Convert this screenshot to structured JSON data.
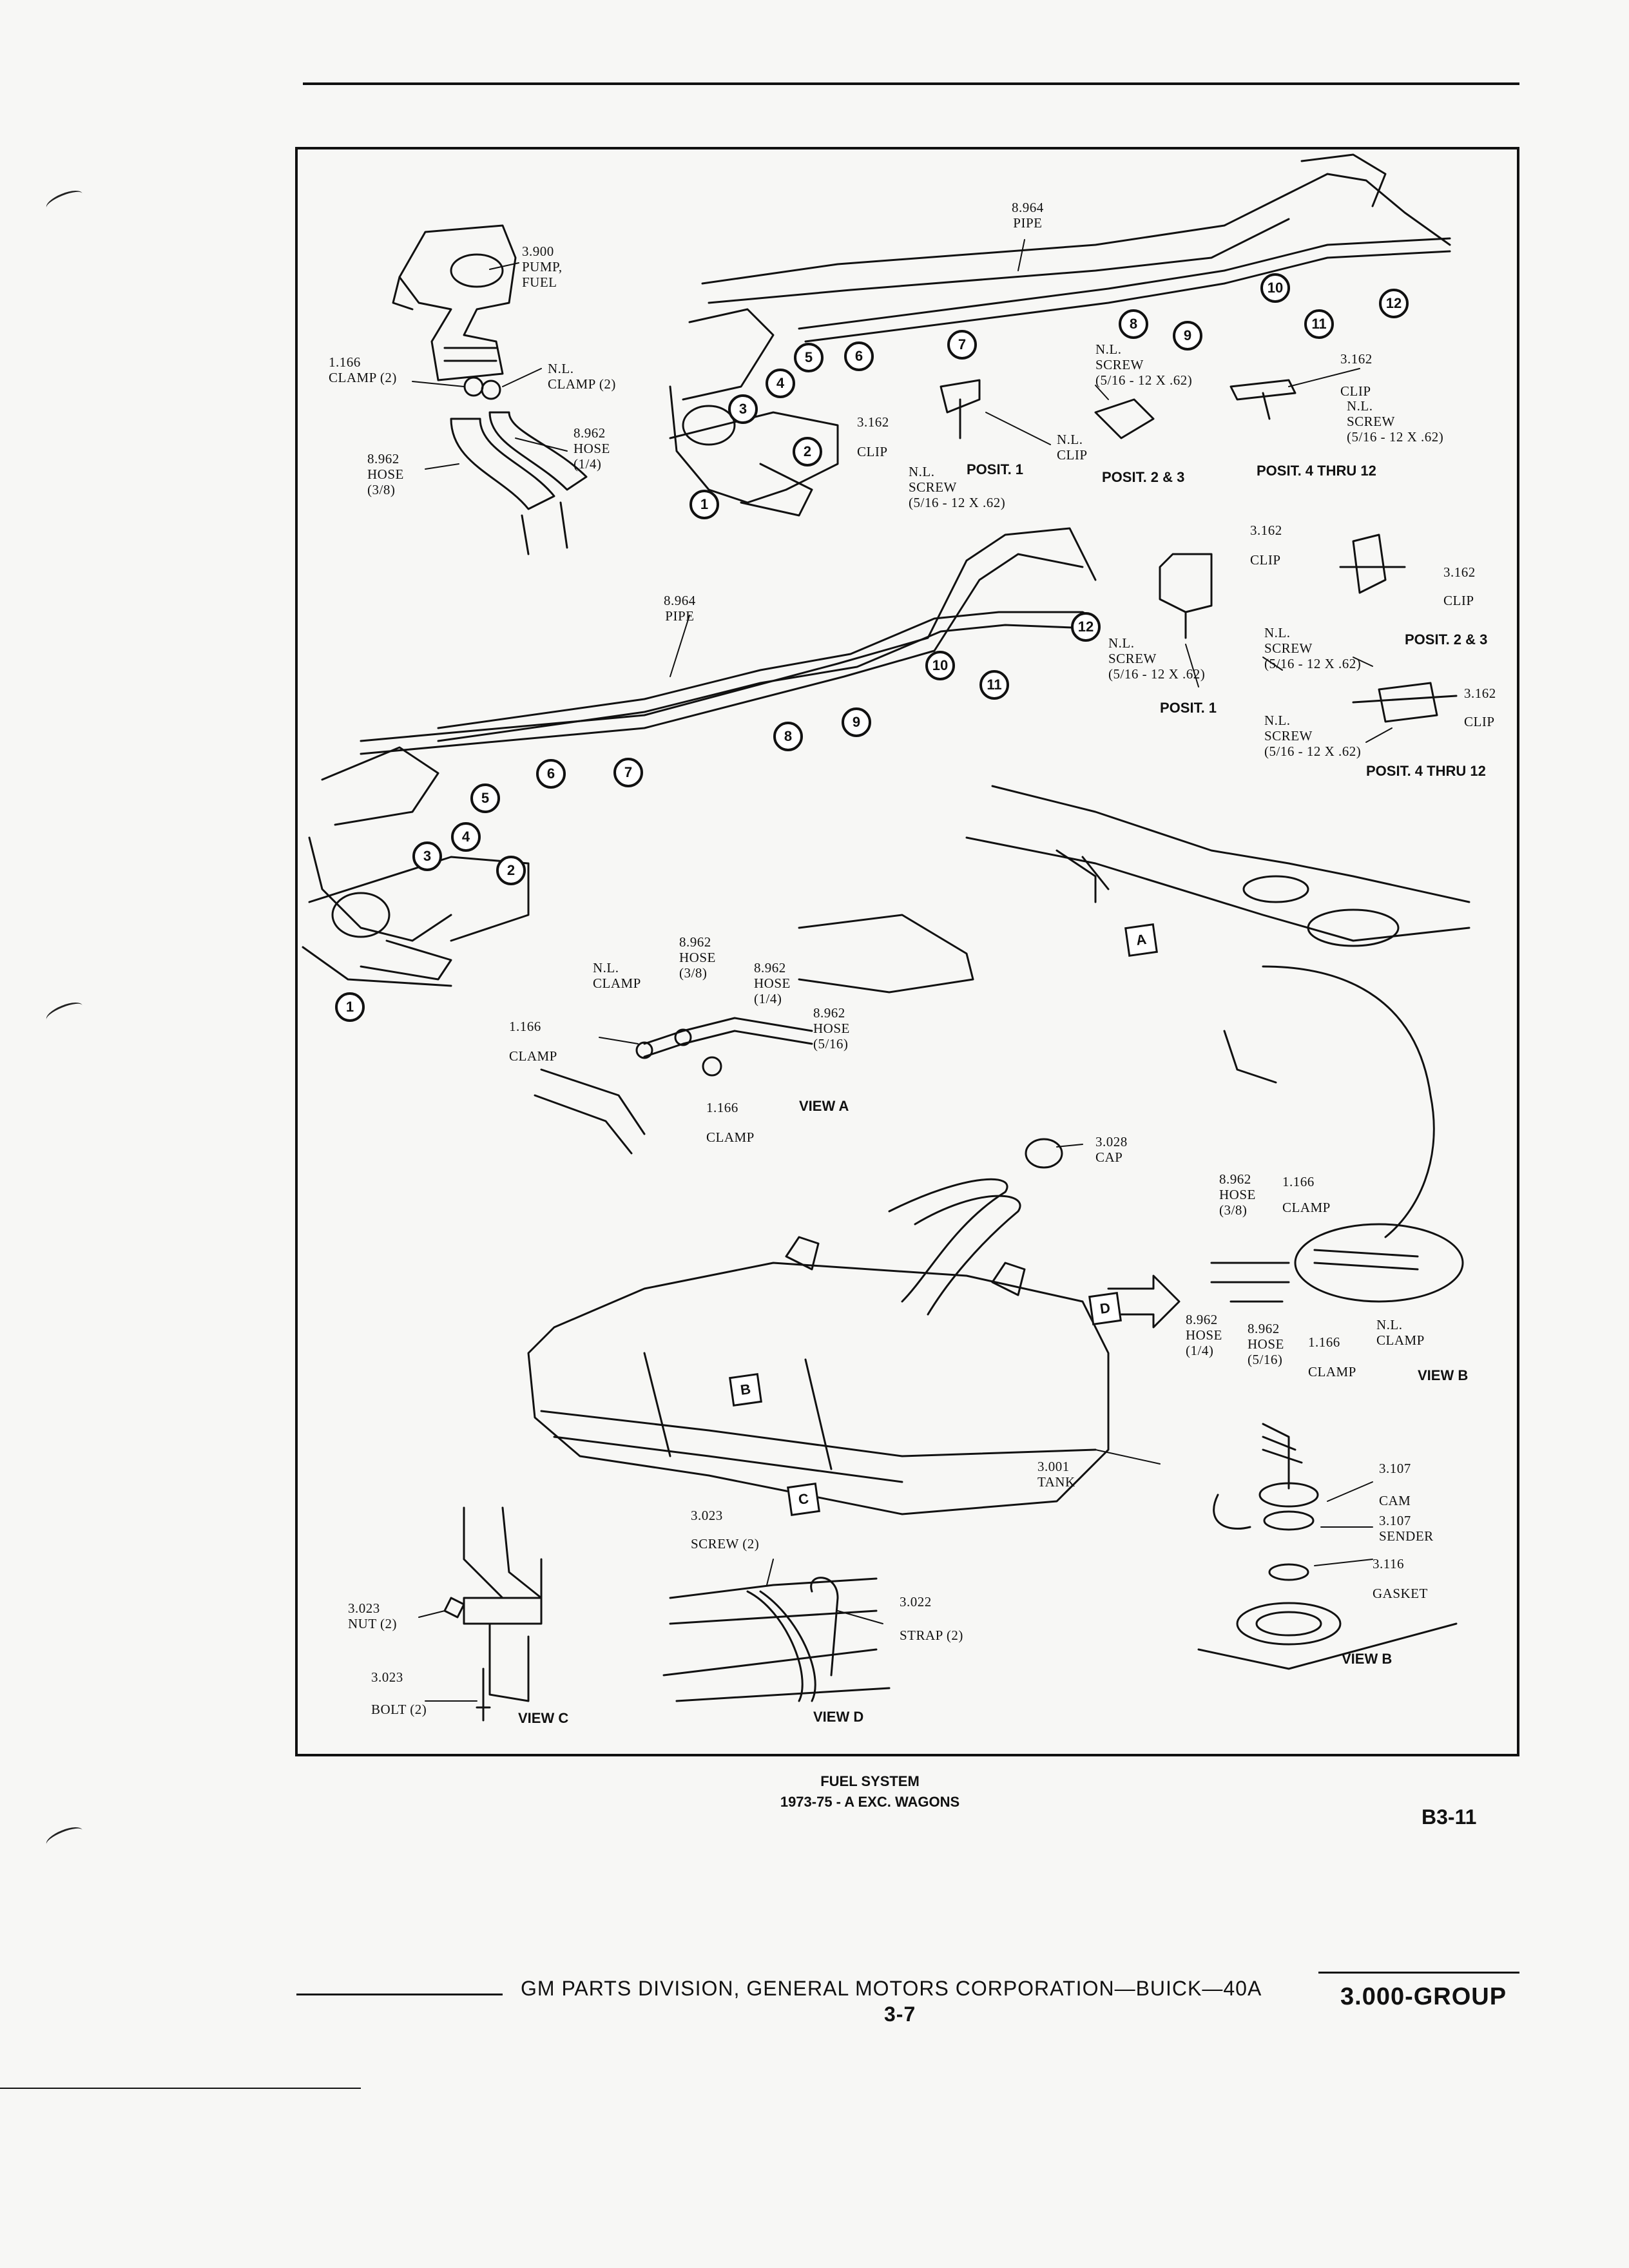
{
  "labels": {
    "pump": "3.900\nPUMP,\nFUEL",
    "clamp_top_left": "1.166\nCLAMP (2)",
    "nl_clamp_top": "N.L.\nCLAMP (2)",
    "hose_top_38": "8.962\nHOSE\n(3/8)",
    "hose_top_14": "8.962\nHOSE\n(1/4)",
    "pipe_top": "8.964\nPIPE",
    "clip_top_1": "3.162\nCLIP",
    "screw_top_1": "N.L.\nSCREW\n(5/16 - 12 x .62)",
    "posit1_top": "POSIT. 1",
    "screw_top_23": "N.L.\nSCREW\n(5/16 - 12 x .62)",
    "nl_clip_top": "N.L.\nCLIP",
    "posit23_top": "POSIT. 2 & 3",
    "clip_top_412": "3.162\nCLIP",
    "screw_top_412": "N.L.\nSCREW\n(5/16 - 12 x .62)",
    "posit412_top": "POSIT. 4 THRU 12",
    "pipe_mid": "8.964\nPIPE",
    "clip_mid_1": "3.162\nCLIP",
    "screw_mid_1": "N.L.\nSCREW\n(5/16 - 12 x .62)",
    "posit1_mid": "POSIT. 1",
    "clip_mid_23": "3.162\nCLIP",
    "screw_mid_23": "N.L.\nSCREW\n(5/16 - 12 x .62)",
    "posit23_mid": "POSIT. 2 & 3",
    "clip_mid_412": "3.162\nCLIP",
    "screw_mid_412": "N.L.\nSCREW\n(5/16 - 12 x .62)",
    "posit412_mid": "POSIT. 4 THRU 12",
    "va_nl_clamp": "N.L.\nCLAMP",
    "va_hose_38": "8.962\nHOSE\n(3/8)",
    "va_hose_14": "8.962\nHOSE\n(1/4)",
    "va_hose_516": "8.962\nHOSE\n(5/16)",
    "va_clamp_left": "1.166\nCLAMP",
    "va_clamp_bottom": "1.166\nCLAMP",
    "view_a": "VIEW A",
    "cap": "3.028\nCAP",
    "vb_hose_38": "8.962\nHOSE\n(3/8)",
    "vb_clamp_top": "1.166\nCLAMP",
    "vb_hose_14": "8.962\nHOSE\n(1/4)",
    "vb_hose_516": "8.962\nHOSE\n(5/16)",
    "vb_clamp_bottom": "1.166\nCLAMP",
    "vb_nl_clamp": "N.L.\nCLAMP",
    "view_b_1": "VIEW B",
    "tank": "3.001\nTANK",
    "cam": "3.107\nCAM",
    "sender": "3.107\nSENDER",
    "gasket": "3.116\nGASKET",
    "view_b_2": "VIEW B",
    "screw_d": "3.023\nSCREW (2)",
    "strap": "3.022\nSTRAP (2)",
    "nut": "3.023\nNUT (2)",
    "bolt": "3.023\nBOLT (2)",
    "view_c": "VIEW C",
    "view_d": "VIEW D"
  },
  "callouts_top": [
    "1",
    "2",
    "3",
    "4",
    "5",
    "6",
    "7",
    "8",
    "9",
    "10",
    "11",
    "12"
  ],
  "callouts_mid": [
    "1",
    "2",
    "3",
    "4",
    "5",
    "6",
    "7",
    "8",
    "9",
    "10",
    "11",
    "12"
  ],
  "view_letters": {
    "a": "A",
    "b": "B",
    "c": "C",
    "d": "D"
  },
  "caption": {
    "title": "FUEL SYSTEM",
    "subtitle": "1973-75 - A EXC. WAGONS"
  },
  "page_code": "B3-11",
  "footer": {
    "text": "GM PARTS DIVISION, GENERAL MOTORS CORPORATION—BUICK—40A",
    "page": "3-7",
    "group": "3.000-GROUP"
  }
}
